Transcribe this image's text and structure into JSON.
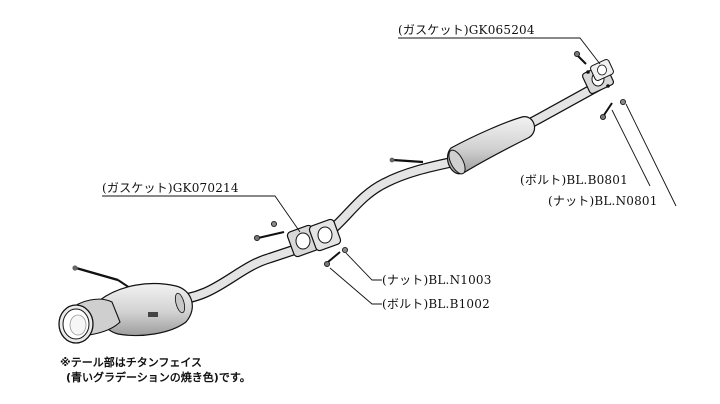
{
  "labels": {
    "gasket_rear": "(ガスケット)GK065204",
    "bolt_rear": "(ボルト)BL.B0801",
    "nut_rear": "(ナット)BL.N0801",
    "gasket_front": "(ガスケット)GK070214",
    "nut_front": "(ナット)BL.N1003",
    "bolt_front": "(ボルト)BL.B1002"
  },
  "note": {
    "line1": "※テール部はチタンフェイス",
    "line2": "(青いグラデーションの焼き色)です。"
  },
  "colors": {
    "ink": "#111111",
    "pipe_fill": "#e6e6e6",
    "pipe_shade": "#bdbdbd"
  }
}
